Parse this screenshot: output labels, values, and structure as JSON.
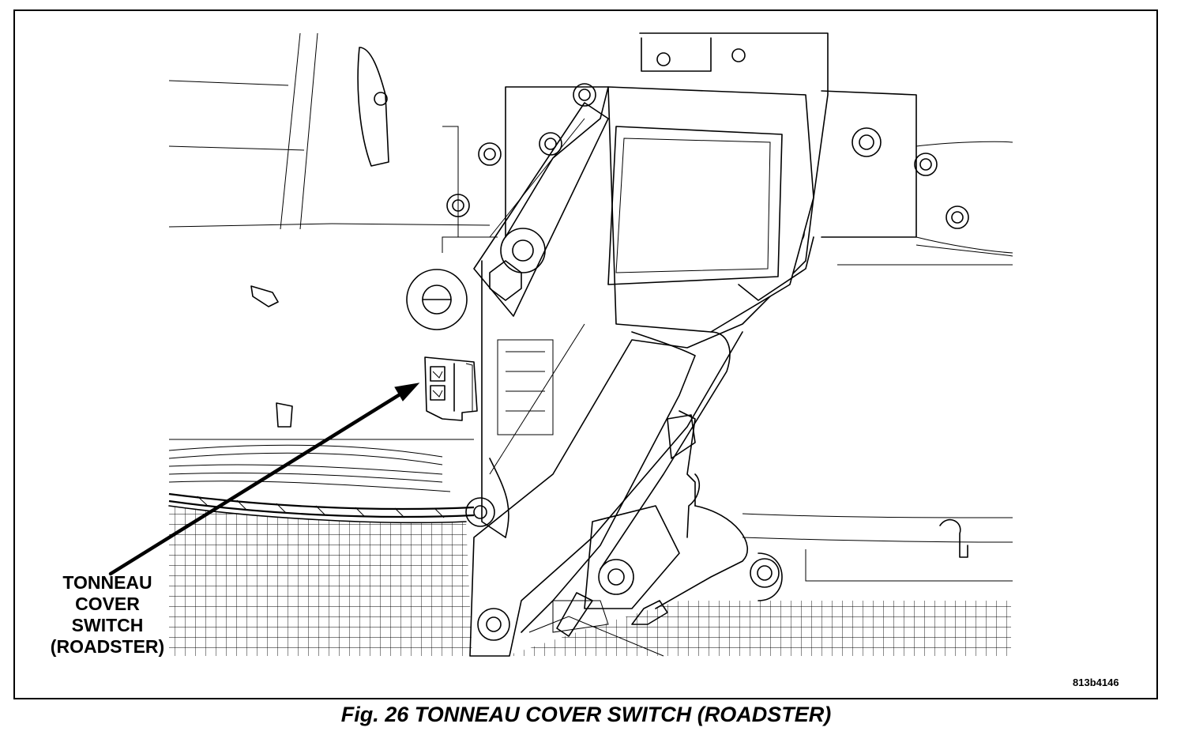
{
  "callout": {
    "lines": [
      "TONNEAU",
      "COVER",
      "SWITCH",
      "(ROADSTER)"
    ]
  },
  "figure_id": "813b4146",
  "caption": "Fig. 26 TONNEAU COVER SWITCH (ROADSTER)"
}
